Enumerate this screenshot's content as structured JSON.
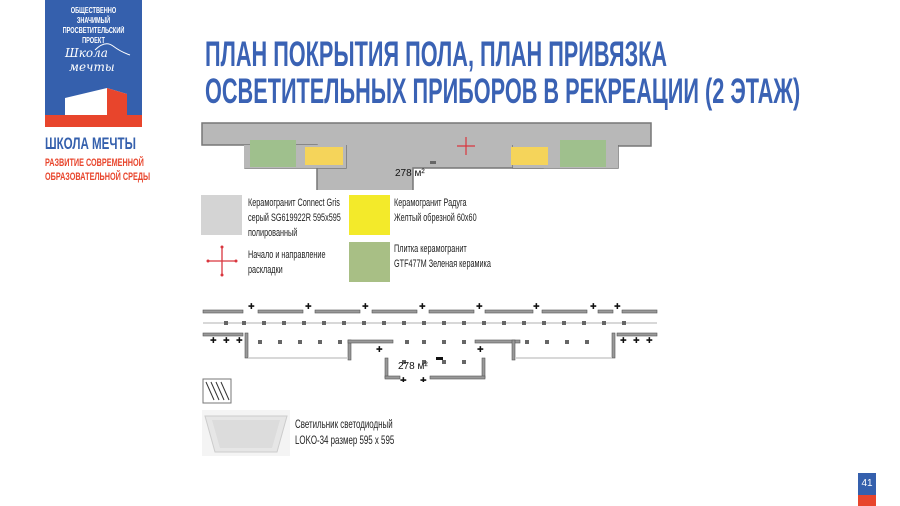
{
  "logo": {
    "top_text_line1": "ОБЩЕСТВЕННО ЗНАЧИМЫЙ",
    "top_text_line2": "ПРОСВЕТИТЕЛЬСКИЙ ПРОЕКТ",
    "script_line1": "Школа",
    "script_line2": "мечты"
  },
  "brand": {
    "name": "ШКОЛА МЕЧТЫ",
    "tagline_line1": "РАЗВИТИЕ СОВРЕМЕННОЙ",
    "tagline_line2": "ОБРАЗОВАТЕЛЬНОЙ СРЕДЫ"
  },
  "title": {
    "line1": "ПЛАН ПОКРЫТИЯ ПОЛА, ПЛАН ПРИВЯЗКА",
    "line2": "ОСВЕТИТЕЛЬНЫХ ПРИБОРОВ В РЕКРЕАЦИИ (2 ЭТАЖ)"
  },
  "floor_plan": {
    "area_label": "278 м²"
  },
  "lighting_plan": {
    "area_label": "278 м²"
  },
  "legend": {
    "gray": {
      "line1": "Керамогранит Connect Gris",
      "line2": "серый SG619922R 595x595",
      "line3": "полированный",
      "color": "#d4d4d4"
    },
    "yellow": {
      "line1": "Керамогранит Радуга",
      "line2": "Желтый обрезной 60x60",
      "color": "#f3ea2a"
    },
    "start": {
      "line1": "Начало и направление",
      "line2": "раскладки",
      "color": "#d9363e"
    },
    "green": {
      "line1": "Плитка керамогранит",
      "line2": "GTF477M Зеленая керамика",
      "color": "#a8bf85"
    },
    "luminaire": {
      "line1": "Светильник светодиодный",
      "line2": "LOKO-34 размер 595 x 595"
    }
  },
  "page_number": "41",
  "colors": {
    "brand_blue": "#3560ad",
    "brand_red": "#e8452c"
  }
}
